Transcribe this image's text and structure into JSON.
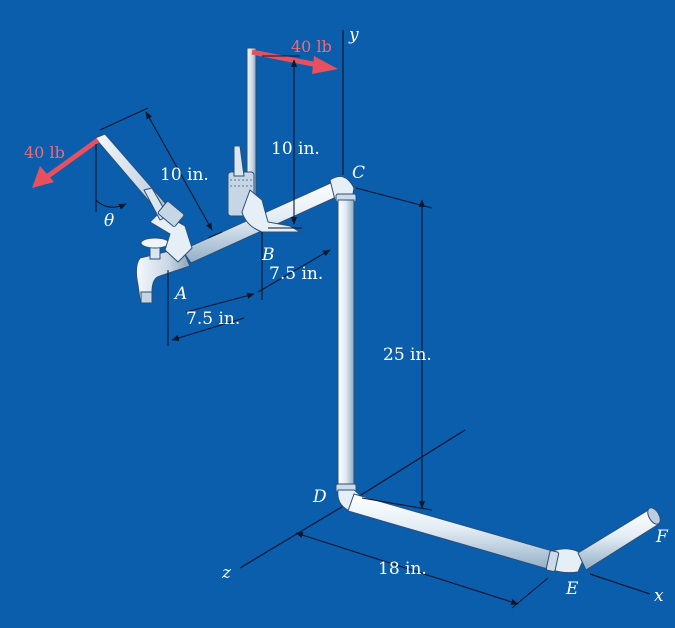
{
  "axes": {
    "x": "x",
    "y": "y",
    "z": "z"
  },
  "points": {
    "A": "A",
    "B": "B",
    "C": "C",
    "D": "D",
    "E": "E",
    "F": "F"
  },
  "angle": "θ",
  "forces": {
    "left": "40 lb",
    "right": "40 lb"
  },
  "dimensions": {
    "wrench_left_length": "10 in.",
    "wrench_right_length": "10 in.",
    "ab_x": "7.5 in.",
    "ab_z": "7.5 in.",
    "cd_height": "25 in.",
    "de_length": "18 in."
  },
  "colors": {
    "background": "#0a5eab",
    "force": "#e8505f",
    "pipe": "#dde9f3",
    "lines": "#0b1630"
  }
}
